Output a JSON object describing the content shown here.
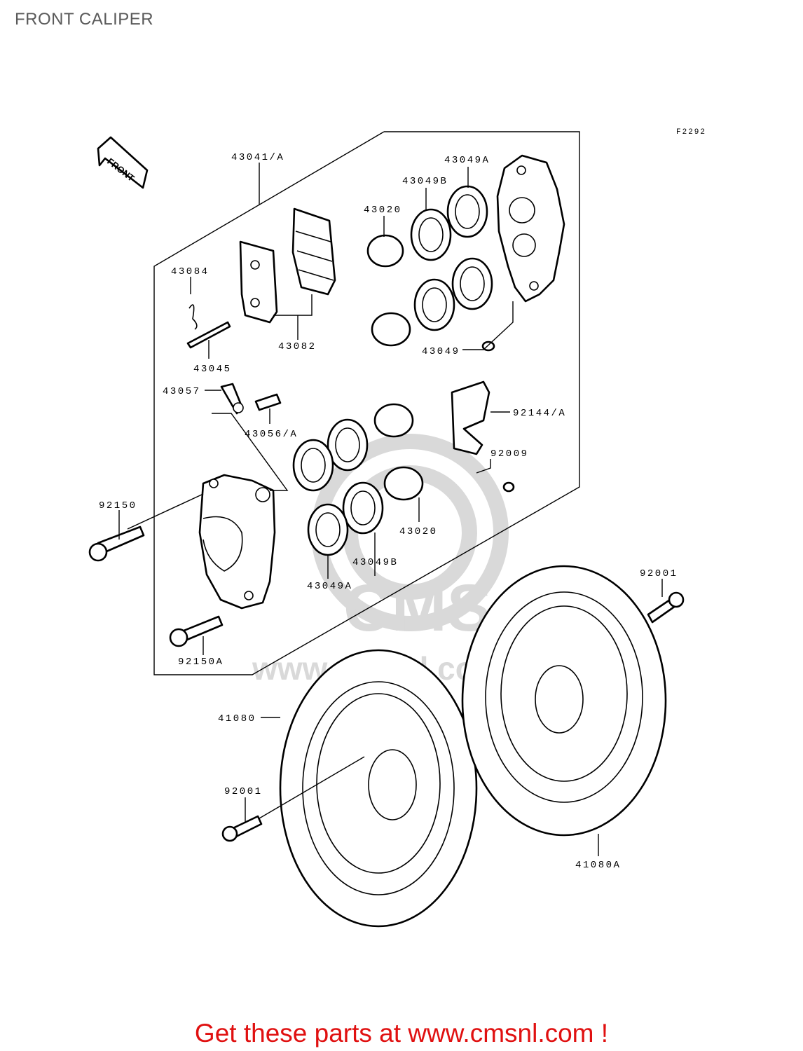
{
  "title": "FRONT CALIPER",
  "figure_code": "F2292",
  "front_arrow_label": "FRONT",
  "watermark": {
    "text": "CMS",
    "url_text": "www.cmsnl.com"
  },
  "labels": {
    "p43041": "43041/A",
    "p43049A_top": "43049A",
    "p43049B_top": "43049B",
    "p43020_top": "43020",
    "p43084": "43084",
    "p43082": "43082",
    "p43045": "43045",
    "p43049": "43049",
    "p43057": "43057",
    "p43056": "43056/A",
    "p92144": "92144/A",
    "p92009": "92009",
    "p92150": "92150",
    "p43020_bot": "43020",
    "p43049B_bot": "43049B",
    "p43049A_bot": "43049A",
    "p92001_right": "92001",
    "p92150A": "92150A",
    "p41080": "41080",
    "p92001_left": "92001",
    "p41080A": "41080A"
  },
  "promo_text": "Get these parts at www.cmsnl.com !"
}
